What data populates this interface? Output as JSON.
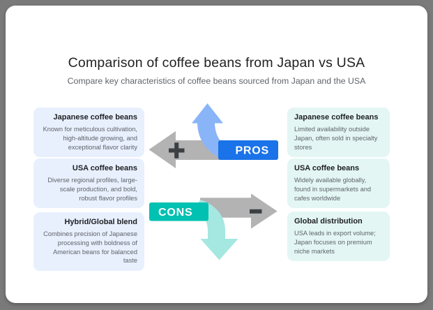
{
  "palette": {
    "canvas_bg": "#7a7a7a",
    "panel_bg": "#ffffff",
    "pros_blue": "#1a73e8",
    "pros_arrow_blue": "#8ab4f8",
    "cons_teal": "#00c1b2",
    "cons_arrow_teal": "#a5e7e1",
    "arrow_gray": "#b3b3b3",
    "sign_dark": "#3c4043",
    "left_card_bg": "#e8f0fe",
    "right_card_bg": "#e3f6f4",
    "title_color": "#212121",
    "body_text_color": "#5f6368"
  },
  "header": {
    "title": "Comparison of coffee beans from Japan vs USA",
    "subtitle": "Compare key characteristics of coffee beans sourced from Japan and the USA"
  },
  "diagram": {
    "pros_label": "PROS",
    "cons_label": "CONS",
    "icons": {
      "pros_sign": "plus-icon",
      "cons_sign": "minus-icon",
      "pros_direction": "arrow-up-icon",
      "cons_direction": "arrow-down-icon",
      "pros_side": "arrow-left-icon",
      "cons_side": "arrow-right-icon"
    }
  },
  "left_cards": [
    {
      "title": "Japanese coffee beans",
      "body": "Known for meticulous cultivation, high-altitude growing, and exceptional flavor clarity"
    },
    {
      "title": "USA coffee beans",
      "body": "Diverse regional profiles, large-scale production, and bold, robust flavor profiles"
    },
    {
      "title": "Hybrid/Global blend",
      "body": "Combines precision of Japanese processing with boldness of American beans for balanced taste"
    }
  ],
  "right_cards": [
    {
      "title": "Japanese coffee beans",
      "body": "Limited availability outside Japan, often sold in specialty stores"
    },
    {
      "title": "USA coffee beans",
      "body": "Widely available globally, found in supermarkets and cafes worldwide"
    },
    {
      "title": "Global distribution",
      "body": "USA leads in export volume; Japan focuses on premium niche markets"
    }
  ]
}
